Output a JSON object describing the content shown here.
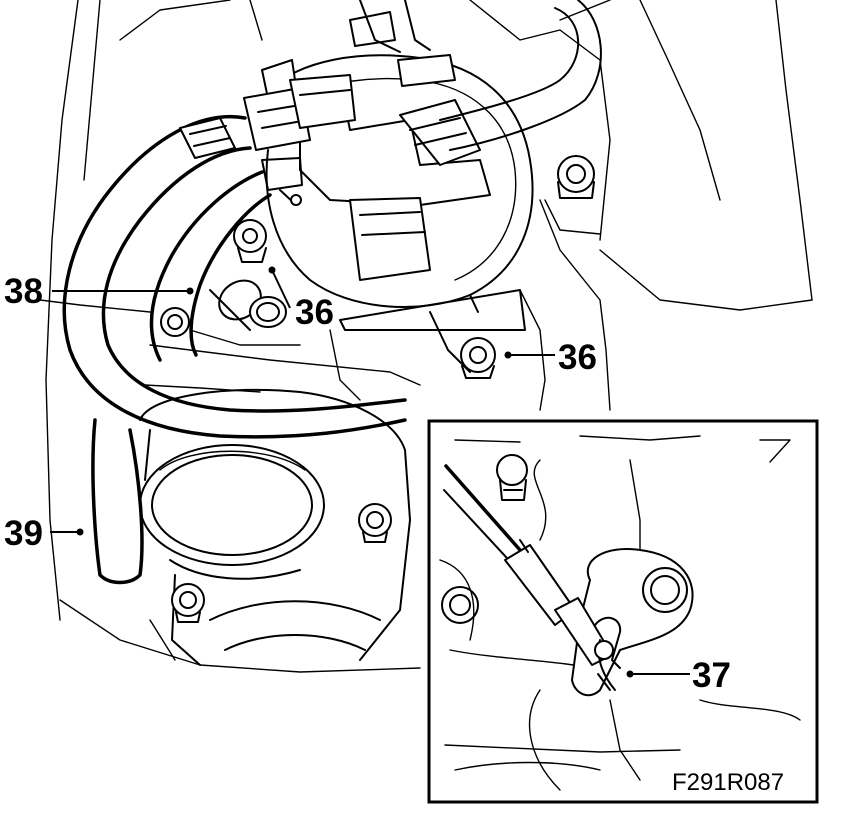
{
  "callouts": {
    "c38": "38",
    "c36a": "36",
    "c36b": "36",
    "c39": "39",
    "c37": "37"
  },
  "figure_code": "F291R087",
  "colors": {
    "ink": "#000000",
    "paper": "#ffffff"
  }
}
